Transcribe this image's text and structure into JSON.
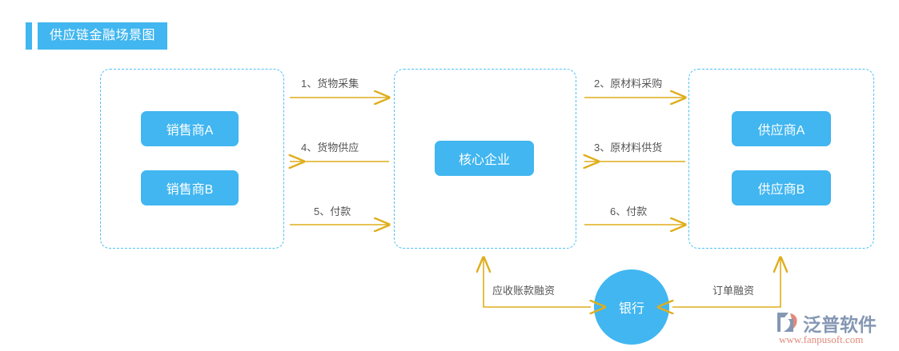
{
  "header": {
    "title": "供应链金融场景图",
    "accent_color": "#41b6f0"
  },
  "theme": {
    "brand_blue": "#41b6f0",
    "dashed_border": "#4fc0f5",
    "arrow_gold": "#dfae1c",
    "label_text": "#555555"
  },
  "groups": {
    "sellers": {
      "name": "sellers-group"
    },
    "core": {
      "name": "core-group"
    },
    "suppliers": {
      "name": "suppliers-group"
    }
  },
  "entities": {
    "seller_a": "销售商A",
    "seller_b": "销售商B",
    "core": "核心企业",
    "supplier_a": "供应商A",
    "supplier_b": "供应商B",
    "bank": "银行"
  },
  "flows": [
    {
      "id": 1,
      "label": "1、货物采集",
      "from": "core",
      "to": "sellers",
      "direction": "left"
    },
    {
      "id": 2,
      "label": "2、原材料采购",
      "from": "suppliers",
      "to": "core",
      "direction": "right"
    },
    {
      "id": 3,
      "label": "3、原材料供货",
      "from": "suppliers",
      "to": "core",
      "direction": "left"
    },
    {
      "id": 4,
      "label": "4、货物供应",
      "from": "core",
      "to": "sellers",
      "direction": "left"
    },
    {
      "id": 5,
      "label": "5、付款",
      "from": "sellers",
      "to": "core",
      "direction": "right"
    },
    {
      "id": 6,
      "label": "6、付款",
      "from": "core",
      "to": "suppliers",
      "direction": "right"
    }
  ],
  "finance_flows": [
    {
      "label": "应收账款融资",
      "from": "bank",
      "to": "core"
    },
    {
      "label": "订单融资",
      "from": "bank",
      "to": "suppliers"
    }
  ],
  "logo": {
    "name": "泛普软件",
    "url": "www.fanpusoft.com",
    "word_color": "#8497b3",
    "url_color": "#e08a7a"
  }
}
